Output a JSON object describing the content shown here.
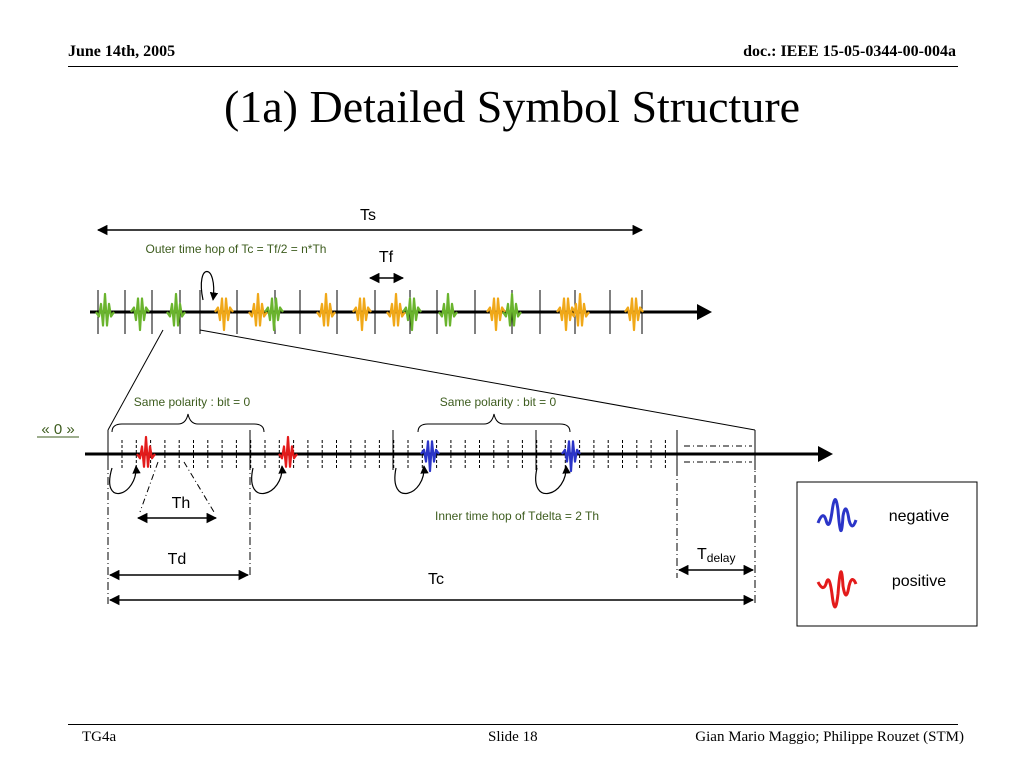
{
  "header": {
    "date": "June 14th, 2005",
    "doc_id": "doc.: IEEE 15-05-0344-00-004a"
  },
  "title": "(1a)  Detailed Symbol Structure",
  "diagram": {
    "ts_label": "Ts",
    "outer_hop_label": "Outer time hop of Tc = Tf/2 = n*Th",
    "tf_label": "Tf",
    "bit_zero_label": "« 0 »",
    "same_polarity_left": "Same polarity : bit = 0",
    "same_polarity_right": "Same polarity : bit = 0",
    "th_label": "Th",
    "inner_hop_label": "Inner time hop of Tdelta = 2 Th",
    "td_label": "Td",
    "tdelay_main": "T",
    "tdelay_sub": "delay",
    "tc_label": "Tc",
    "colors": {
      "green": "#6ab42d",
      "orange": "#f0a818",
      "red": "#e31b1b",
      "blue": "#2b35c8",
      "label_green": "#3d5c1e"
    }
  },
  "legend": {
    "negative_label": "negative",
    "positive_label": "positive"
  },
  "footer": {
    "left": "TG4a",
    "center": "Slide 18",
    "right": "Gian Mario Maggio; Philippe Rouzet (STM)"
  }
}
